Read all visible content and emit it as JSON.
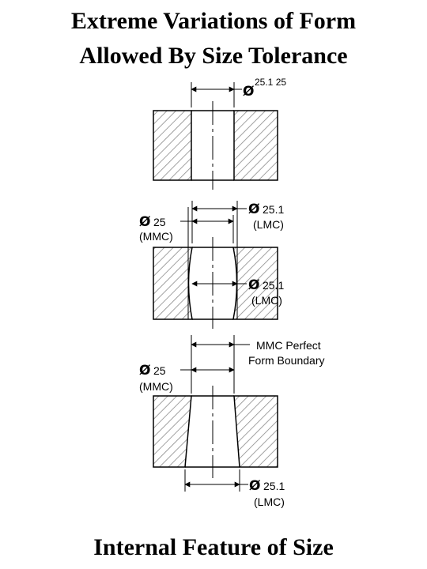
{
  "title": {
    "line1": "Extreme  Variations of Form",
    "line2": "Allowed By Size Tolerance"
  },
  "footer": "Internal Feature of Size",
  "diameter_symbol": "Ø",
  "views": {
    "top": {
      "dim_value": "25.1 25"
    },
    "middle": {
      "mmc_value": "25",
      "mmc_note": "(MMC)",
      "lmc_top_value": "25.1",
      "lmc_top_note": "(LMC)",
      "lmc_mid_value": "25.1",
      "lmc_mid_note": "(LMC)"
    },
    "bottom": {
      "boundary_line1": "MMC Perfect",
      "boundary_line2": "Form Boundary",
      "mmc_value": "25",
      "mmc_note": "(MMC)",
      "lmc_value": "25.1",
      "lmc_note": "(LMC)"
    }
  }
}
